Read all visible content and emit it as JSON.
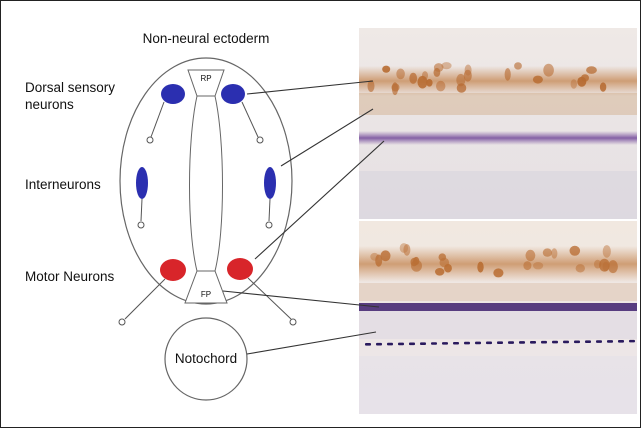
{
  "title": "Non-neural ectoderm",
  "labels": {
    "dorsal_line1": "Dorsal sensory",
    "dorsal_line2": "neurons",
    "interneurons": "Interneurons",
    "motor": "Motor Neurons",
    "notochord": "Notochord",
    "roof_plate": "RP",
    "floor_plate": "FP"
  },
  "colors": {
    "dorsal_neuron": "#2b2fb0",
    "interneuron": "#2b2fb0",
    "motor_neuron": "#d8252a",
    "outline": "#666666",
    "connector": "#333333"
  }
}
